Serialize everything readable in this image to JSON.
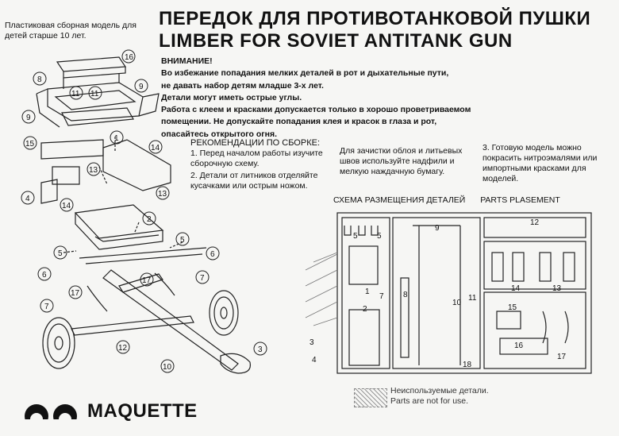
{
  "header": {
    "age_note": "Пластиковая сборная модель для детей старше 10 лет.",
    "title_ru": "ПЕРЕДОК ДЛЯ ПРОТИВОТАНКОВОЙ ПУШКИ",
    "title_en": "LIMBER FOR SOVIET ANTITANK GUN"
  },
  "warning": {
    "heading": "ВНИМАНИЕ!",
    "lines": [
      "Во избежание попадания мелких деталей в рот и дыхательные пути,",
      "не давать набор детям младше 3-х лет.",
      "Детали могут иметь острые углы.",
      "Работа с клеем и красками допускается только в хорошо проветриваемом",
      "помещении. Не допускайте попадания клея и красок в глаза и рот,",
      "опасайтесь открытого огня."
    ]
  },
  "recommendations": {
    "title": "РЕКОМЕНДАЦИИ ПО СБОРКЕ:",
    "items": [
      "1. Перед началом работы изучите сборочную схему.",
      "2. Детали от литников отделяйте кусачками или острым ножом.",
      "Для зачистки облоя и литьевых швов используйте надфили и мелкую наждачную бумагу.",
      "3. Готовую модель можно покрасить нитроэмалями или импортными красками для моделей."
    ]
  },
  "parts_scheme": {
    "title_ru": "СХЕМА РАЗМЕЩЕНИЯ ДЕТАЛЕЙ",
    "title_en": "PARTS PLASEMENT",
    "labels": [
      "5",
      "5",
      "9",
      "12",
      "1",
      "2",
      "7",
      "8",
      "10",
      "11",
      "14",
      "13",
      "15",
      "16",
      "17",
      "18",
      "3",
      "4"
    ]
  },
  "legend": {
    "ru": "Неиспользуемые детали.",
    "en": "Parts are not for use."
  },
  "assembly_labels": [
    "16",
    "8",
    "11",
    "11",
    "9",
    "9",
    "1",
    "15",
    "14",
    "13",
    "13",
    "4",
    "14",
    "2",
    "5",
    "6",
    "5",
    "6",
    "17",
    "17",
    "7",
    "7",
    "12",
    "3",
    "10"
  ],
  "brand": {
    "name": "MAQUETTE"
  }
}
